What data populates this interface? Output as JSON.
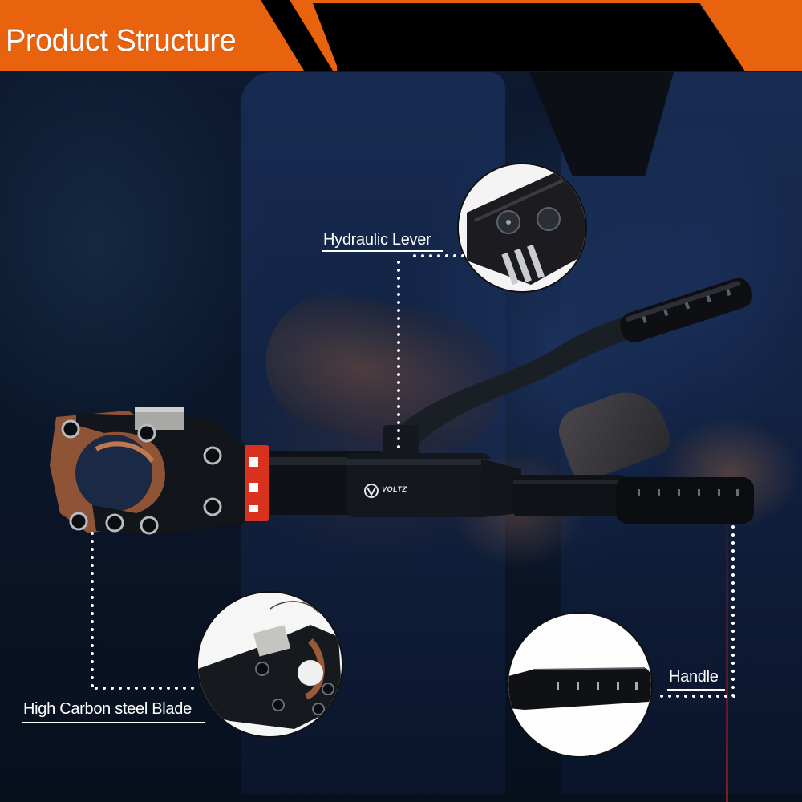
{
  "header": {
    "title": "Product Structure",
    "colors": {
      "accent": "#e9620e",
      "band": "#000000"
    }
  },
  "product": {
    "brand_logo": "VOLTZ",
    "brand_mark_icon": "v-circle-logo-icon"
  },
  "callouts": [
    {
      "id": "hydraulic-lever",
      "label": "Hydraulic Lever"
    },
    {
      "id": "blade",
      "label": "High Carbon steel Blade"
    },
    {
      "id": "handle",
      "label": "Handle"
    }
  ],
  "colors": {
    "background": "#0b172b",
    "label_text": "#ffffff",
    "copper_blade": "#9a5a3a",
    "red_band": "#d8321e"
  }
}
